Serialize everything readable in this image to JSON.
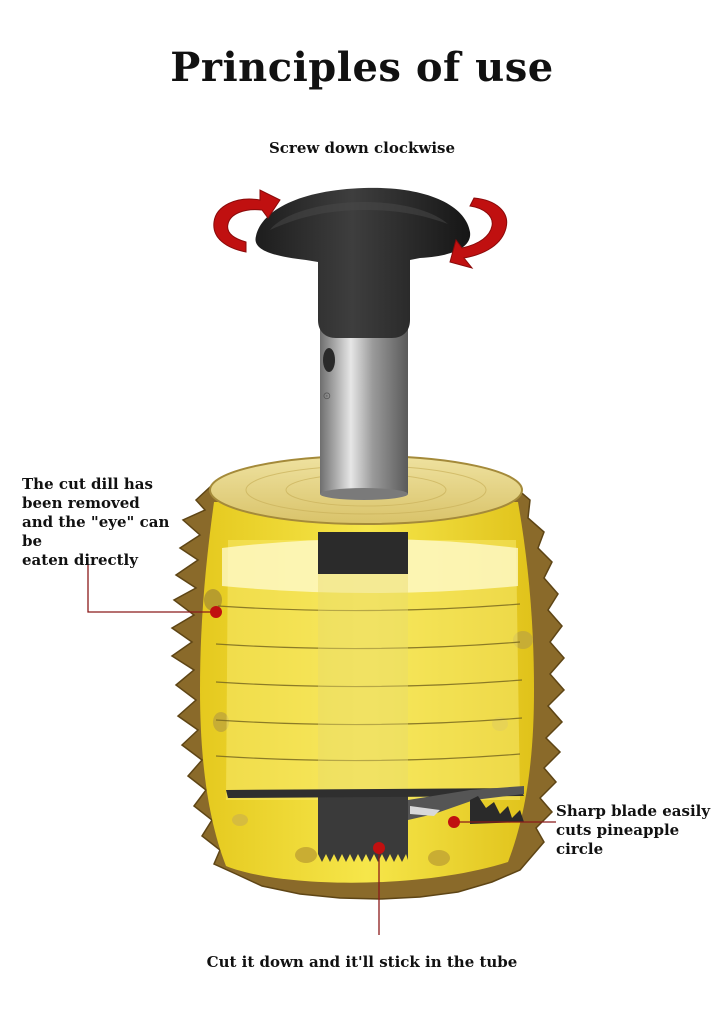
{
  "title": "Principles of use",
  "labels": {
    "top": "Screw down clockwise",
    "left": "The cut dill has\nbeen removed\nand the \"eye\" can be\neaten directly",
    "right": "Sharp blade easily\ncuts pineapple circle",
    "bottom": "Cut it down and it'll stick in the tube"
  },
  "colors": {
    "accent_red": "#c01010",
    "pineapple_flesh": "#f2df36",
    "pineapple_skin": "#8a6a2a",
    "handle": "#2d2d2d",
    "callout_line": "#8b1a1a"
  },
  "icons": {
    "rotate_left": "rotate-arrow-left-icon",
    "rotate_right": "rotate-arrow-right-icon"
  }
}
